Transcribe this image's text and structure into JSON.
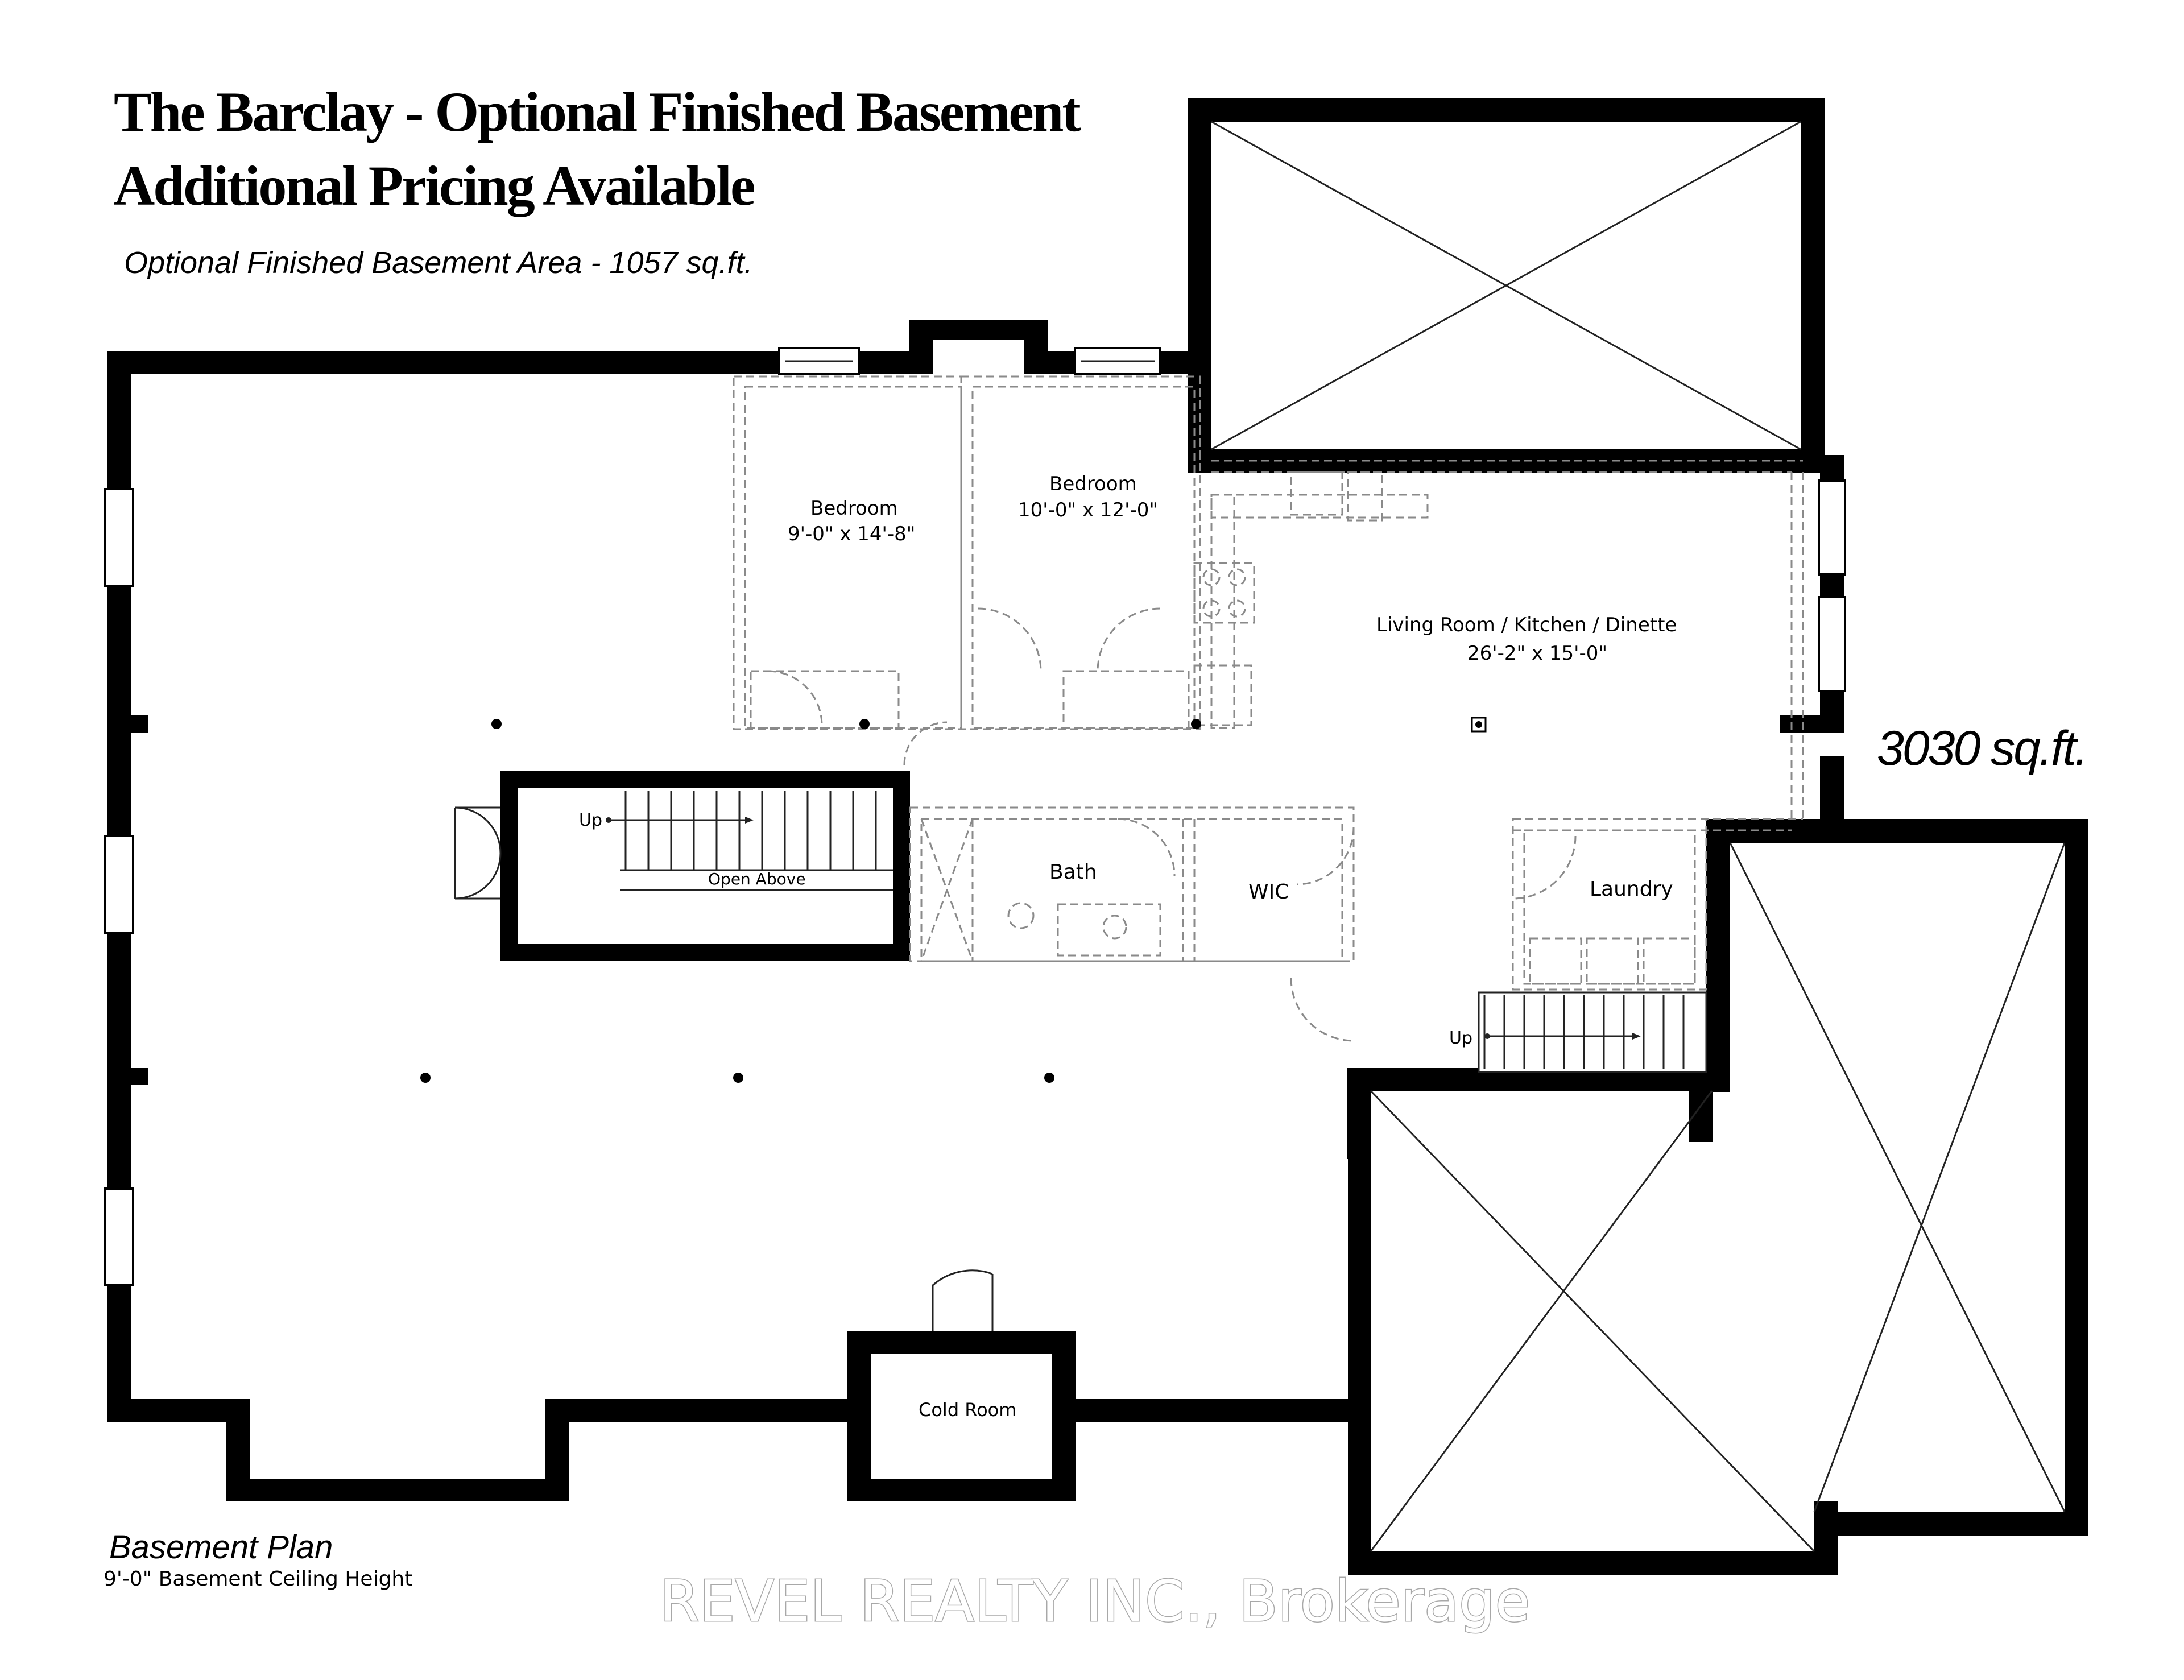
{
  "header": {
    "title_line1": "The Barclay - Optional Finished Basement",
    "title_line2": "Additional Pricing Available",
    "subtitle": "Optional Finished Basement Area - 1057 sq.ft."
  },
  "total_area": "3030 sq.ft.",
  "rooms": {
    "bedroom1_name": "Bedroom",
    "bedroom1_dims": "9'-0\" x 14'-8\"",
    "bedroom2_name": "Bedroom",
    "bedroom2_dims": "10'-0\" x 12'-0\"",
    "living_name": "Living Room / Kitchen / Dinette",
    "living_dims": "26'-2\" x 15'-0\"",
    "bath": "Bath",
    "wic": "WIC",
    "laundry": "Laundry",
    "cold_room": "Cold Room",
    "open_above": "Open Above",
    "stair_up_left": "Up",
    "stair_up_right": "Up"
  },
  "footer": {
    "plan_title": "Basement Plan",
    "ceiling_height": "9'-0\" Basement Ceiling Height",
    "watermark": "REVEL REALTY INC., Brokerage"
  },
  "colors": {
    "walls": "#000000",
    "dashed_partitions": "#8a8a8a",
    "background": "#ffffff"
  }
}
